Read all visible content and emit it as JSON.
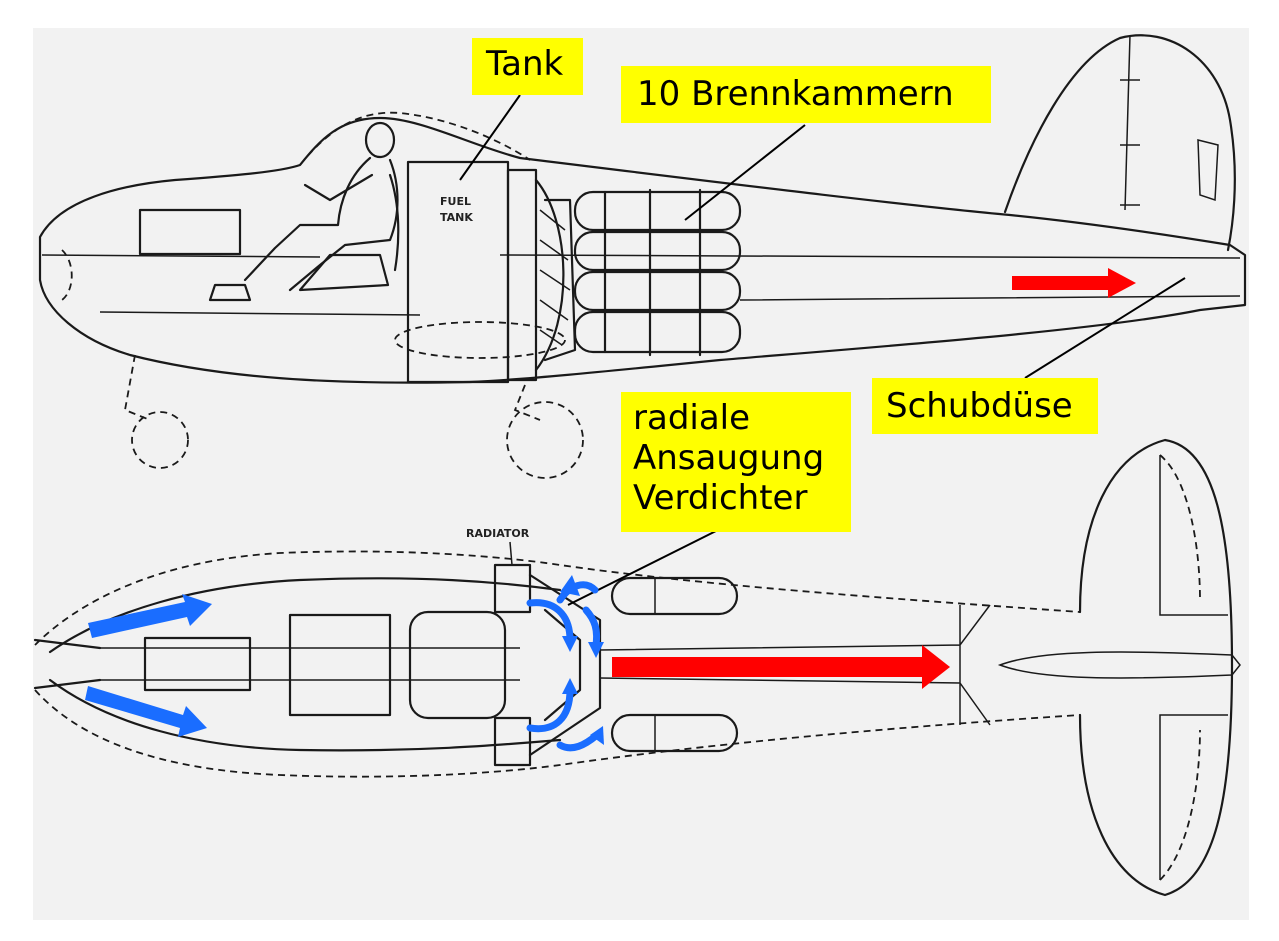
{
  "labels": {
    "tank": "Tank",
    "combustion": "10 Brennkammern",
    "nozzle": "Schubdüse",
    "intake_line1": "radiale",
    "intake_line2": "Ansaugung",
    "intake_line3": "Verdichter"
  },
  "drawing_text": {
    "fuel_tank_line1": "FUEL",
    "fuel_tank_line2": "TANK",
    "radiator": "RADIATOR"
  },
  "colors": {
    "label_background": "#ffff00",
    "exhaust_arrow": "#ff0000",
    "intake_arrow": "#1a6dff",
    "ink": "#1a1a1a",
    "panel": "#f2f2f2"
  }
}
